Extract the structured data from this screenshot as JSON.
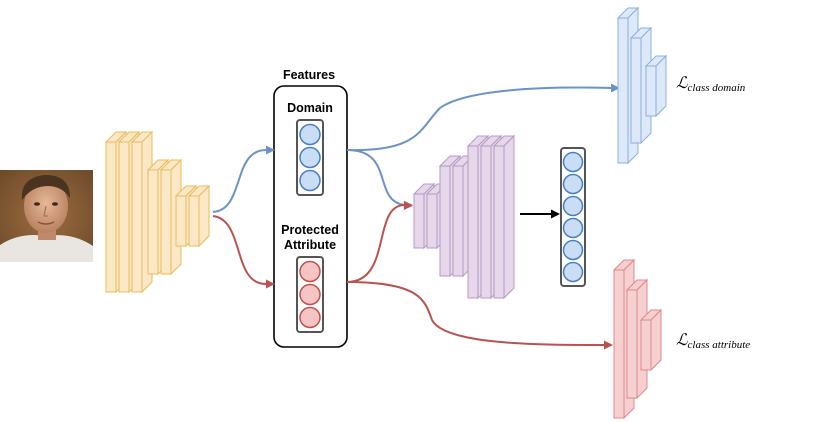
{
  "features": {
    "title": "Features",
    "domain_label": "Domain",
    "attribute_label_line1": "Protected",
    "attribute_label_line2": "Attribute"
  },
  "losses": {
    "symbol": "ℒ",
    "domain_subscript": "class domain",
    "attribute_subscript": "class attribute"
  },
  "icons": {
    "input": "face-photo-icon"
  },
  "colors": {
    "encoder_fill": "#fce8c7",
    "encoder_stroke": "#e8bd5a",
    "decoder_fill": "#e6d7eb",
    "decoder_stroke": "#b69ac4",
    "domain_fill": "#dde9f8",
    "domain_stroke": "#8cb0dc",
    "attribute_fill": "#f6d0d0",
    "attribute_stroke": "#dc8a8a",
    "domain_arrow": "#6b93c6",
    "attribute_arrow": "#b9534f",
    "neuron_blue_fill": "#c9def5",
    "neuron_blue_stroke": "#4a7fc1",
    "neuron_red_fill": "#f5c5c5",
    "neuron_red_stroke": "#c0504d"
  }
}
